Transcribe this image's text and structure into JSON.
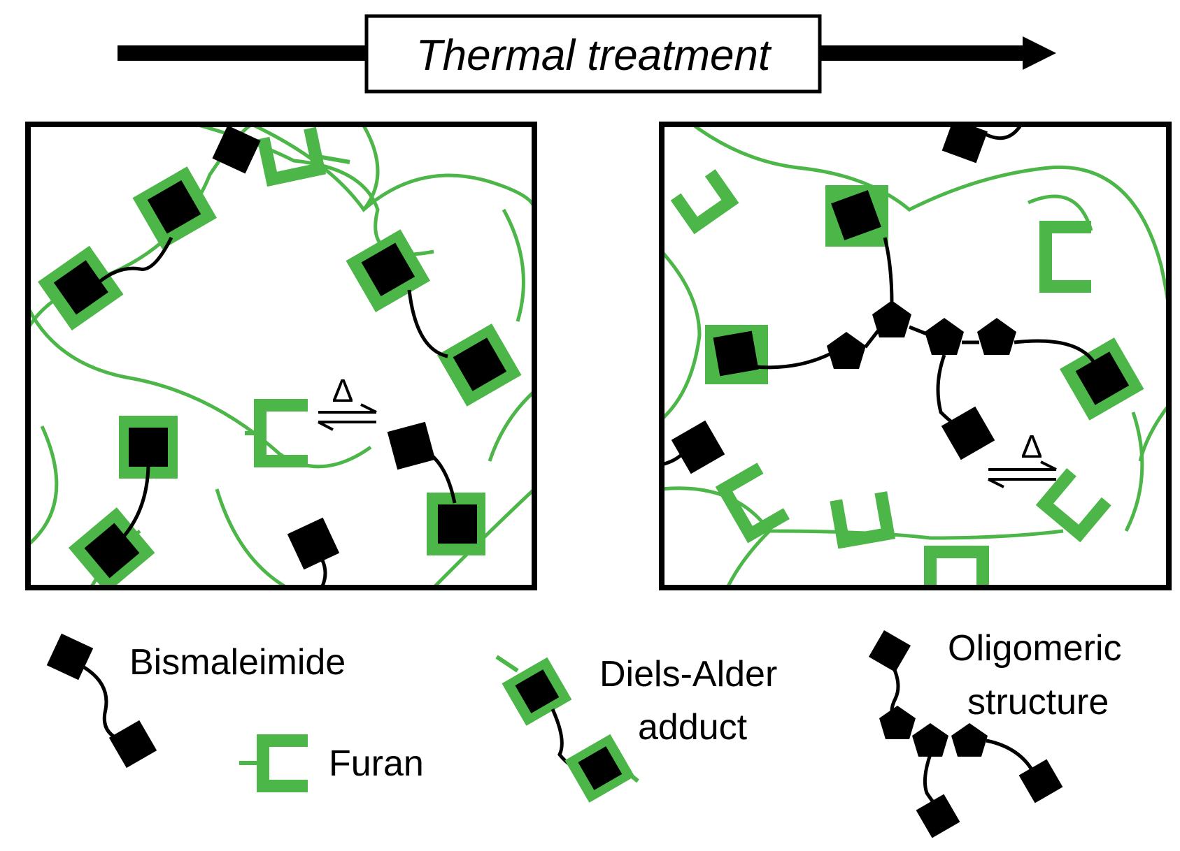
{
  "header": {
    "title": "Thermal treatment"
  },
  "panels": {
    "equilibrium_symbol": "Δ"
  },
  "legend": {
    "bismaleimide": "Bismaleimide",
    "furan": "Furan",
    "diels_alder_line1": "Diels-Alder",
    "diels_alder_line2": "adduct",
    "oligomer_line1": "Oligomeric",
    "oligomer_line2": "structure"
  },
  "colors": {
    "furan_green": "#4cb648",
    "ink": "#000000",
    "background": "#ffffff"
  },
  "icons": {
    "bismaleimide": "black-square-pair",
    "furan": "green-bracket",
    "diels_alder_adduct": "black-square-in-green-bracket",
    "oligomer": "black-pentagon-chain"
  }
}
